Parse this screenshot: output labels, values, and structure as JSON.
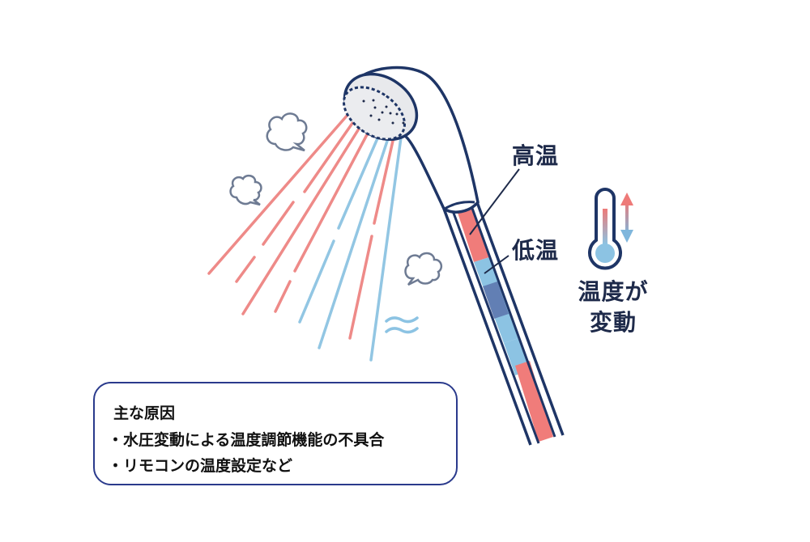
{
  "labels": {
    "high_temp": "高温",
    "low_temp": "低温",
    "temp_change_line1": "温度が",
    "temp_change_line2": "変動"
  },
  "cause_box": {
    "title": "主な原因",
    "items": [
      "・水圧変動による温度調節機能の不具合",
      "・リモコンの温度設定など"
    ]
  },
  "icons": {
    "shower_head": "shower-head-icon",
    "thermometer": "thermometer-icon",
    "up_down_arrow": "up-down-arrow-icon",
    "steam_clouds": "steam-cloud-icon",
    "water_waves": "wave-icon"
  },
  "colors": {
    "outline": "#1e3566",
    "hot": "#ee7a78",
    "cold": "#8cc3e3",
    "dark_cold": "#5a74ad",
    "box_border": "#2a3a8c"
  }
}
